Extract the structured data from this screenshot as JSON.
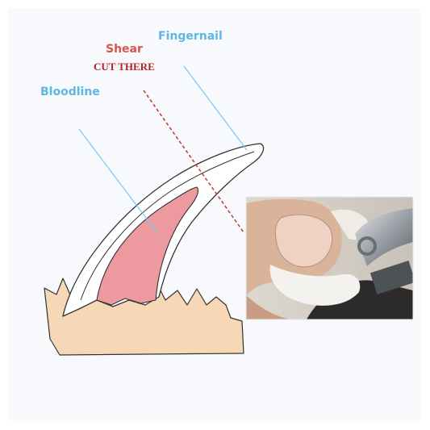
{
  "labels": {
    "fingernail": "Fingernail",
    "shear": "Shear",
    "cut_there": "CUT THERE",
    "bloodline": "Bloodline"
  },
  "colors": {
    "fingernail_label": "#5fb6e3",
    "shear_label": "#d9534f",
    "cut_there_label": "#b22222",
    "bloodline_label": "#5fb6e3",
    "leader_line": "#7cc8ec",
    "cut_line": "#c0392b",
    "quick": "#ec9aa0",
    "nail": "#ffffff",
    "skin": "#f6d8b6",
    "outline": "#333333"
  },
  "photo": {
    "subject": "hand-clipping-cat-claw"
  }
}
